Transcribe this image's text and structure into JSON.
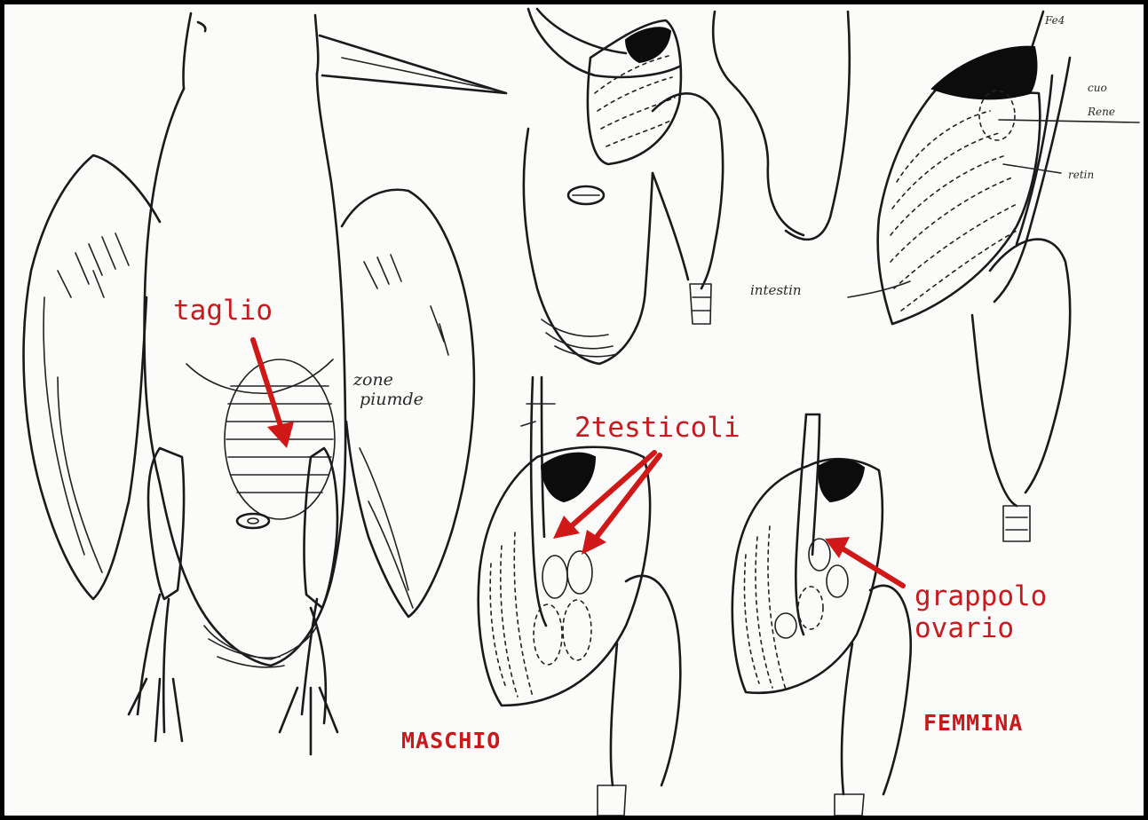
{
  "labels": {
    "taglio": "taglio",
    "testicoli": "2testicoli",
    "grappolo": "grappolo",
    "ovario": "ovario",
    "maschio": "MASCHIO",
    "femmina": "FEMMINA"
  },
  "handwritten": {
    "zone_line1": "zone",
    "zone_line2": "piumde",
    "intestino": "intestin",
    "side_1": "Fe4",
    "side_2": "cuo",
    "side_3": "Rene",
    "side_4": "retin"
  },
  "colors": {
    "annotation": "#c8191c",
    "ink": "#1a1a1a",
    "border": "#000000"
  }
}
